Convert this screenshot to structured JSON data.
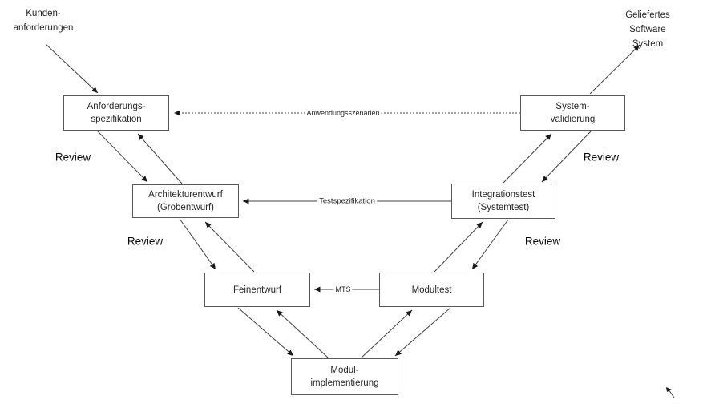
{
  "colors": {
    "background": "#ffffff",
    "box_border": "#595959",
    "line": "#404040",
    "arrowhead": "#1a1a1a",
    "text": "#262626"
  },
  "external_labels": {
    "customer_requirements": "Kunden-\nanforderungen",
    "delivered_system": "Geliefertes Software\nSystem"
  },
  "nodes": {
    "requirements_spec": {
      "label": "Anforderungs-\nspezifikation"
    },
    "architecture_design": {
      "label": "Architekturentwurf\n(Grobentwurf)"
    },
    "detailed_design": {
      "label": "Feinentwurf"
    },
    "module_implementation": {
      "label": "Modul-\nimplementierung"
    },
    "module_test": {
      "label": "Modultest"
    },
    "integration_test": {
      "label": "Integrationstest\n(Systemtest)"
    },
    "system_validation": {
      "label": "System-\nvalidierung"
    }
  },
  "edge_labels": {
    "application_scenarios": "Anwendungsszenarien",
    "test_specification": "Testspezifikation",
    "module_test_specification": "MTS"
  },
  "review_labels": {
    "left_top": "Review",
    "left_middle": "Review",
    "right_top": "Review",
    "right_middle": "Review"
  }
}
